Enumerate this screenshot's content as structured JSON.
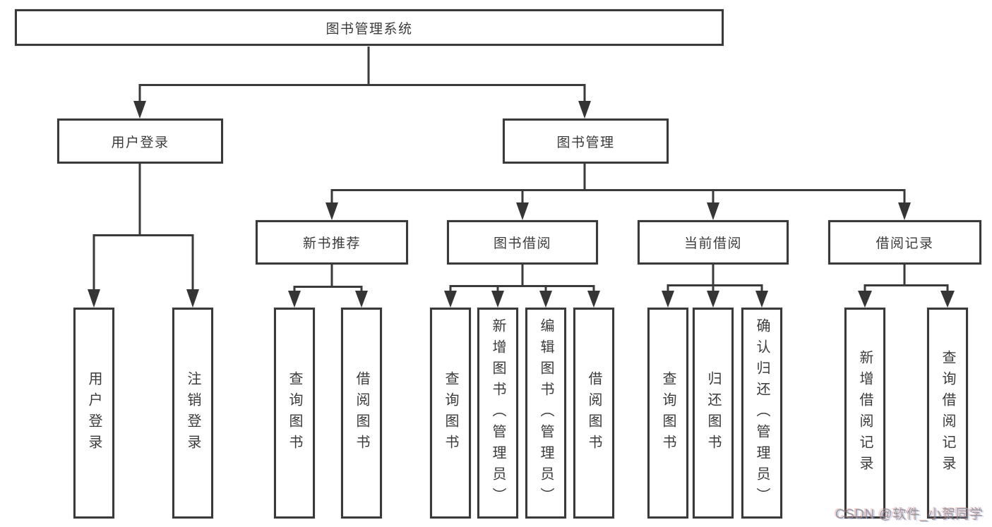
{
  "diagram": {
    "root": {
      "label": "图书管理系统"
    },
    "level2": [
      {
        "label": "用户登录"
      },
      {
        "label": "图书管理"
      }
    ],
    "level3": [
      {
        "label": "新书推荐"
      },
      {
        "label": "图书借阅"
      },
      {
        "label": "当前借阅"
      },
      {
        "label": "借阅记录"
      }
    ],
    "leaves": {
      "user_login": [
        "用户登录",
        "注销登录"
      ],
      "new_books": [
        "查询图书",
        "借阅图书"
      ],
      "borrow": [
        "查询图书",
        "新增图书（管理员）",
        "编辑图书（管理员）",
        "借阅图书"
      ],
      "current": [
        "查询图书",
        "归还图书",
        "确认归还（管理员）"
      ],
      "records": [
        "新增借阅记录",
        "查询借阅记录"
      ]
    }
  },
  "watermark": {
    "text": "CSDN @软件_小贺同学"
  },
  "colors": {
    "line": "#3a3a3a",
    "box_border": "#3a3a3a",
    "text": "#3b3b3b",
    "background": "#ffffff",
    "watermark": "#949494"
  }
}
